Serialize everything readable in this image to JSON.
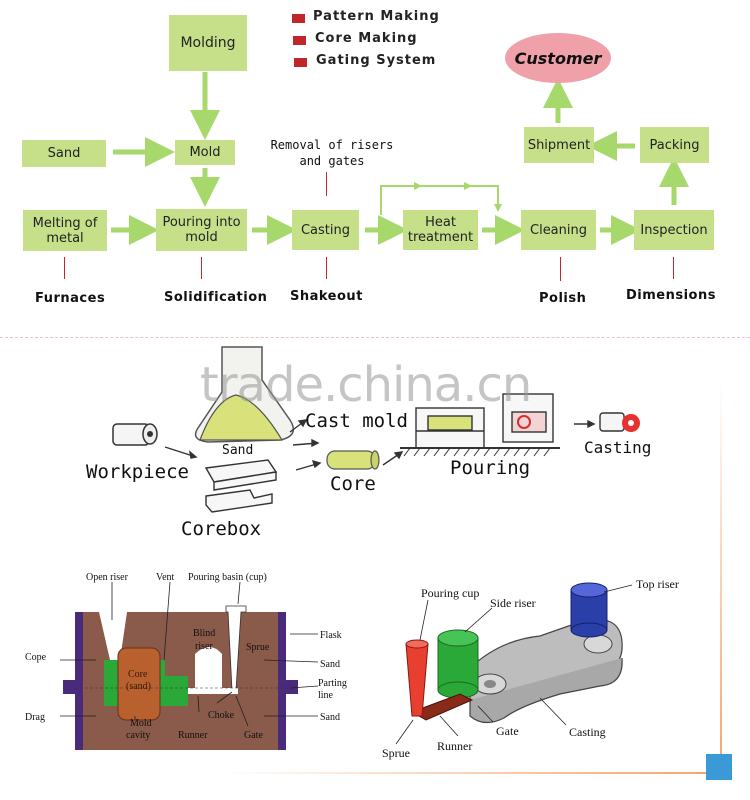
{
  "legend": [
    {
      "label": "Pattern Making",
      "color": "#c0262a"
    },
    {
      "label": "Core Making",
      "color": "#c0262a"
    },
    {
      "label": "Gating System",
      "color": "#c0262a"
    }
  ],
  "flow": {
    "molding": "Molding",
    "sand": "Sand",
    "mold": "Mold",
    "melting": "Melting of metal",
    "pouring": "Pouring into mold",
    "casting": "Casting",
    "heat": "Heat treatment",
    "cleaning": "Cleaning",
    "inspection": "Inspection",
    "packing": "Packing",
    "shipment": "Shipment",
    "customer": "Customer",
    "removal_note": "Removal of risers and gates",
    "box_color": "#c6e08a",
    "arrow_color": "#a6d86c"
  },
  "sublabels": {
    "furnaces": "Furnaces",
    "solidification": "Solidification",
    "shakeout": "Shakeout",
    "polish": "Polish",
    "dimensions": "Dimensions"
  },
  "watermark": "trade.china.cn",
  "process_sketch": {
    "sand": "Sand",
    "cast_mold": "Cast mold",
    "workpiece": "Workpiece",
    "core": "Core",
    "corebox": "Corebox",
    "pouring": "Pouring",
    "casting": "Casting"
  },
  "section_diagram": {
    "open_riser": "Open riser",
    "vent": "Vent",
    "pouring_basin": "Pouring basin (cup)",
    "flask": "Flask",
    "cope": "Cope",
    "blind_riser": "Blind riser",
    "sprue": "Sprue",
    "core_sand": "Core (sand)",
    "sand1": "Sand",
    "parting_line": "Parting line",
    "drag": "Drag",
    "mold_cavity": "Mold cavity",
    "choke": "Choke",
    "sand2": "Sand",
    "runner": "Runner",
    "gate": "Gate"
  },
  "gating_diagram": {
    "pouring_cup": "Pouring cup",
    "side_riser": "Side riser",
    "top_riser": "Top riser",
    "sprue": "Sprue",
    "runner": "Runner",
    "gate": "Gate",
    "casting": "Casting"
  }
}
